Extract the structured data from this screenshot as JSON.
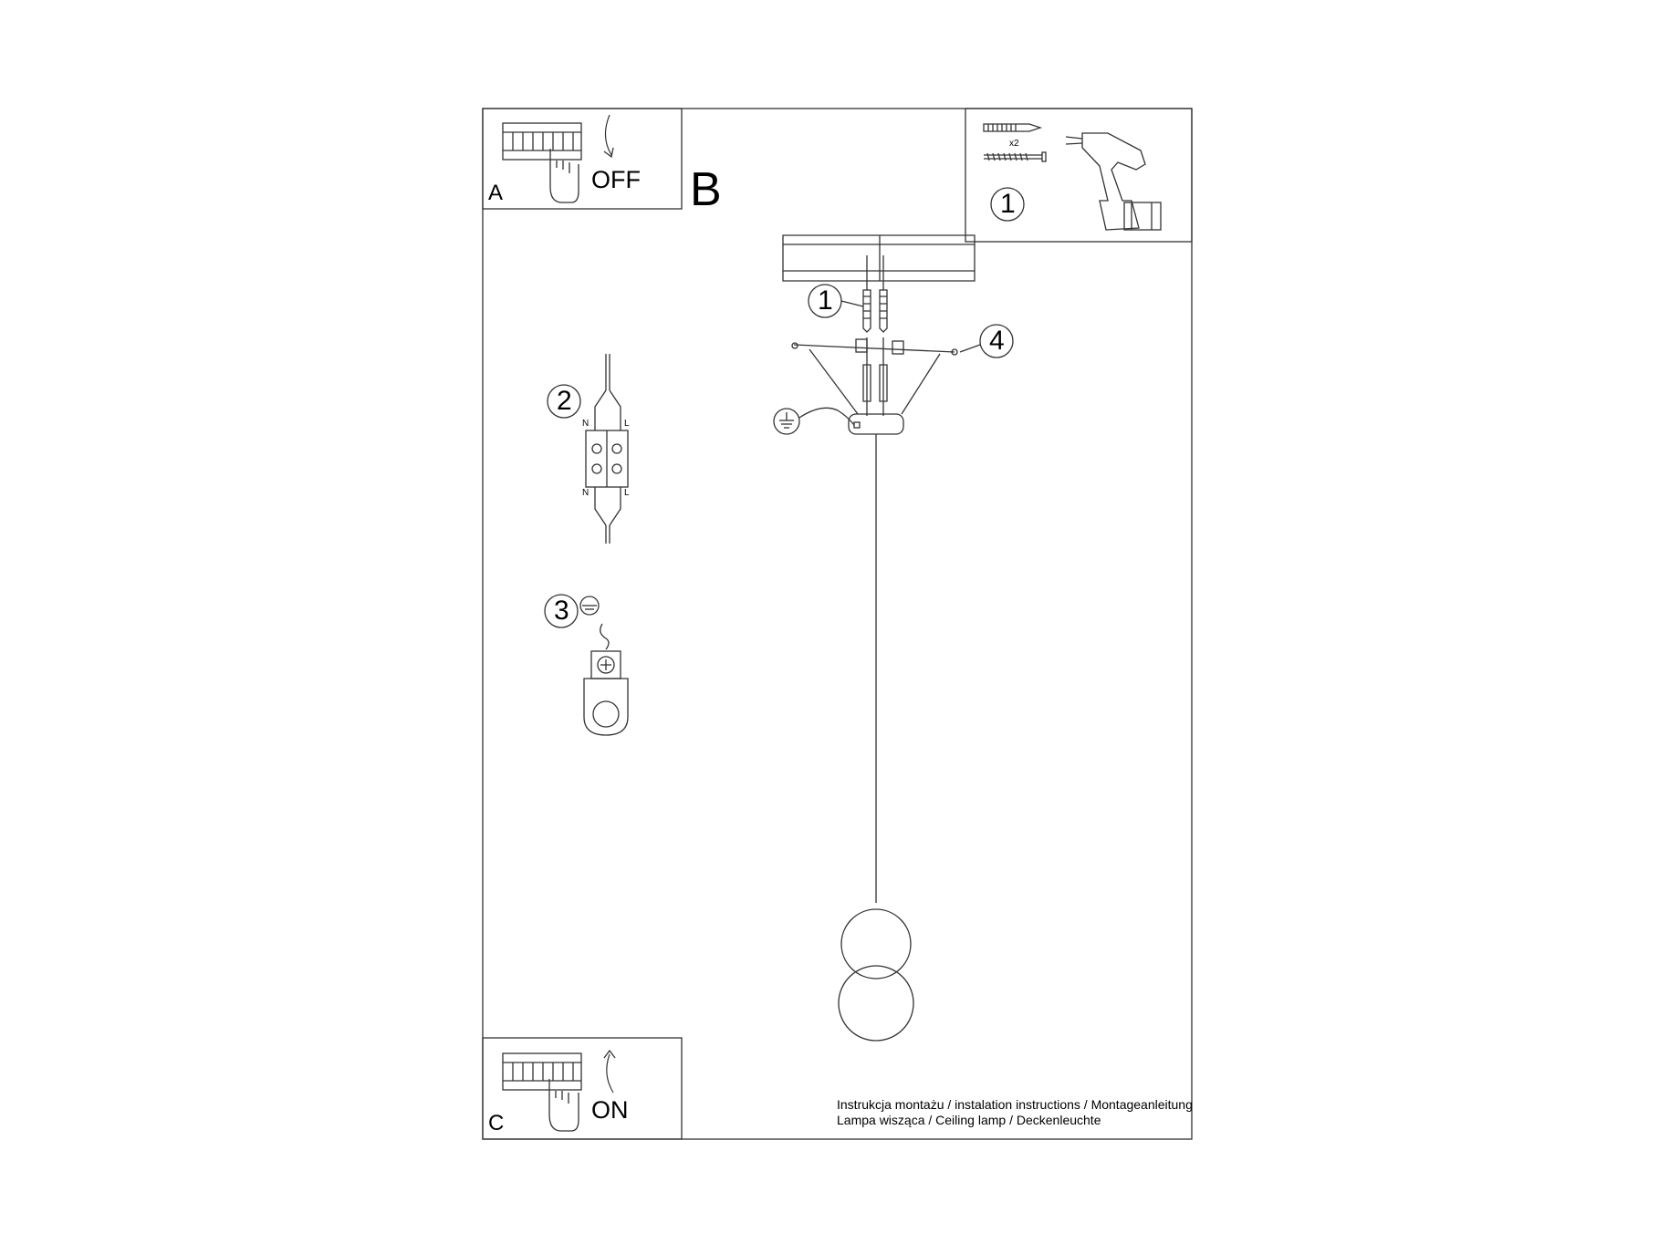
{
  "panels": {
    "a": {
      "letter": "A",
      "state": "OFF"
    },
    "b": {
      "letter": "B"
    },
    "c": {
      "letter": "C",
      "state": "ON"
    }
  },
  "tools": {
    "multiplier": "x2",
    "step": "1"
  },
  "callouts": {
    "anchor": "1",
    "wiring": "2",
    "ground": "3",
    "screws": "4"
  },
  "wires": {
    "neutral": "N",
    "live": "L"
  },
  "footer": {
    "line1": "Instrukcja montażu / instalation instructions / Montageanleitung",
    "line2": "Lampa wisząca / Ceiling lamp / Deckenleuchte"
  }
}
